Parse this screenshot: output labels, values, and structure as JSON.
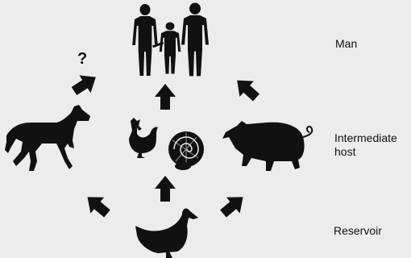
{
  "labels": {
    "man": "Man",
    "intermediate_line1": "Intermediate",
    "intermediate_line2": "host",
    "reservoir": "Reservoir"
  },
  "question_mark": "?",
  "icons": [
    "humans-icon",
    "horse-icon",
    "rooster-icon",
    "shell-icon",
    "pig-icon",
    "duck-icon",
    "arrow-icon"
  ],
  "colors": {
    "background": "#ececec",
    "silhouette": "#111111",
    "text": "#111111"
  }
}
